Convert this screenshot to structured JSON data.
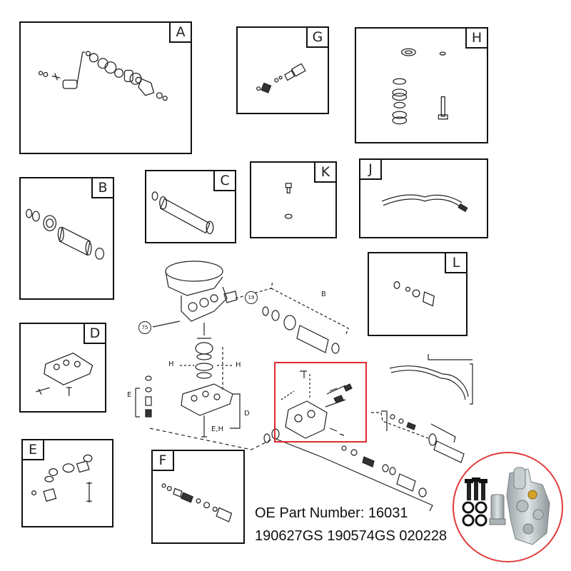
{
  "panels": [
    {
      "id": "A",
      "label": "A"
    },
    {
      "id": "G",
      "label": "G"
    },
    {
      "id": "H",
      "label": "H"
    },
    {
      "id": "B",
      "label": "B"
    },
    {
      "id": "C",
      "label": "C"
    },
    {
      "id": "K",
      "label": "K"
    },
    {
      "id": "J",
      "label": "J"
    },
    {
      "id": "L",
      "label": "L"
    },
    {
      "id": "D",
      "label": "D"
    },
    {
      "id": "E",
      "label": "E"
    },
    {
      "id": "F",
      "label": "F"
    }
  ],
  "callouts": {
    "c19": "19",
    "c75": "75"
  },
  "diagram_labels": {
    "b": "B",
    "h_left": "H",
    "h_right": "H",
    "e": "E",
    "d": "D",
    "eh": "E,H"
  },
  "oe": {
    "line1": "OE Part Number: 16031",
    "line2": "190627GS 190574GS 020228"
  },
  "colors": {
    "highlight": "#e0292f",
    "line": "#111111"
  }
}
